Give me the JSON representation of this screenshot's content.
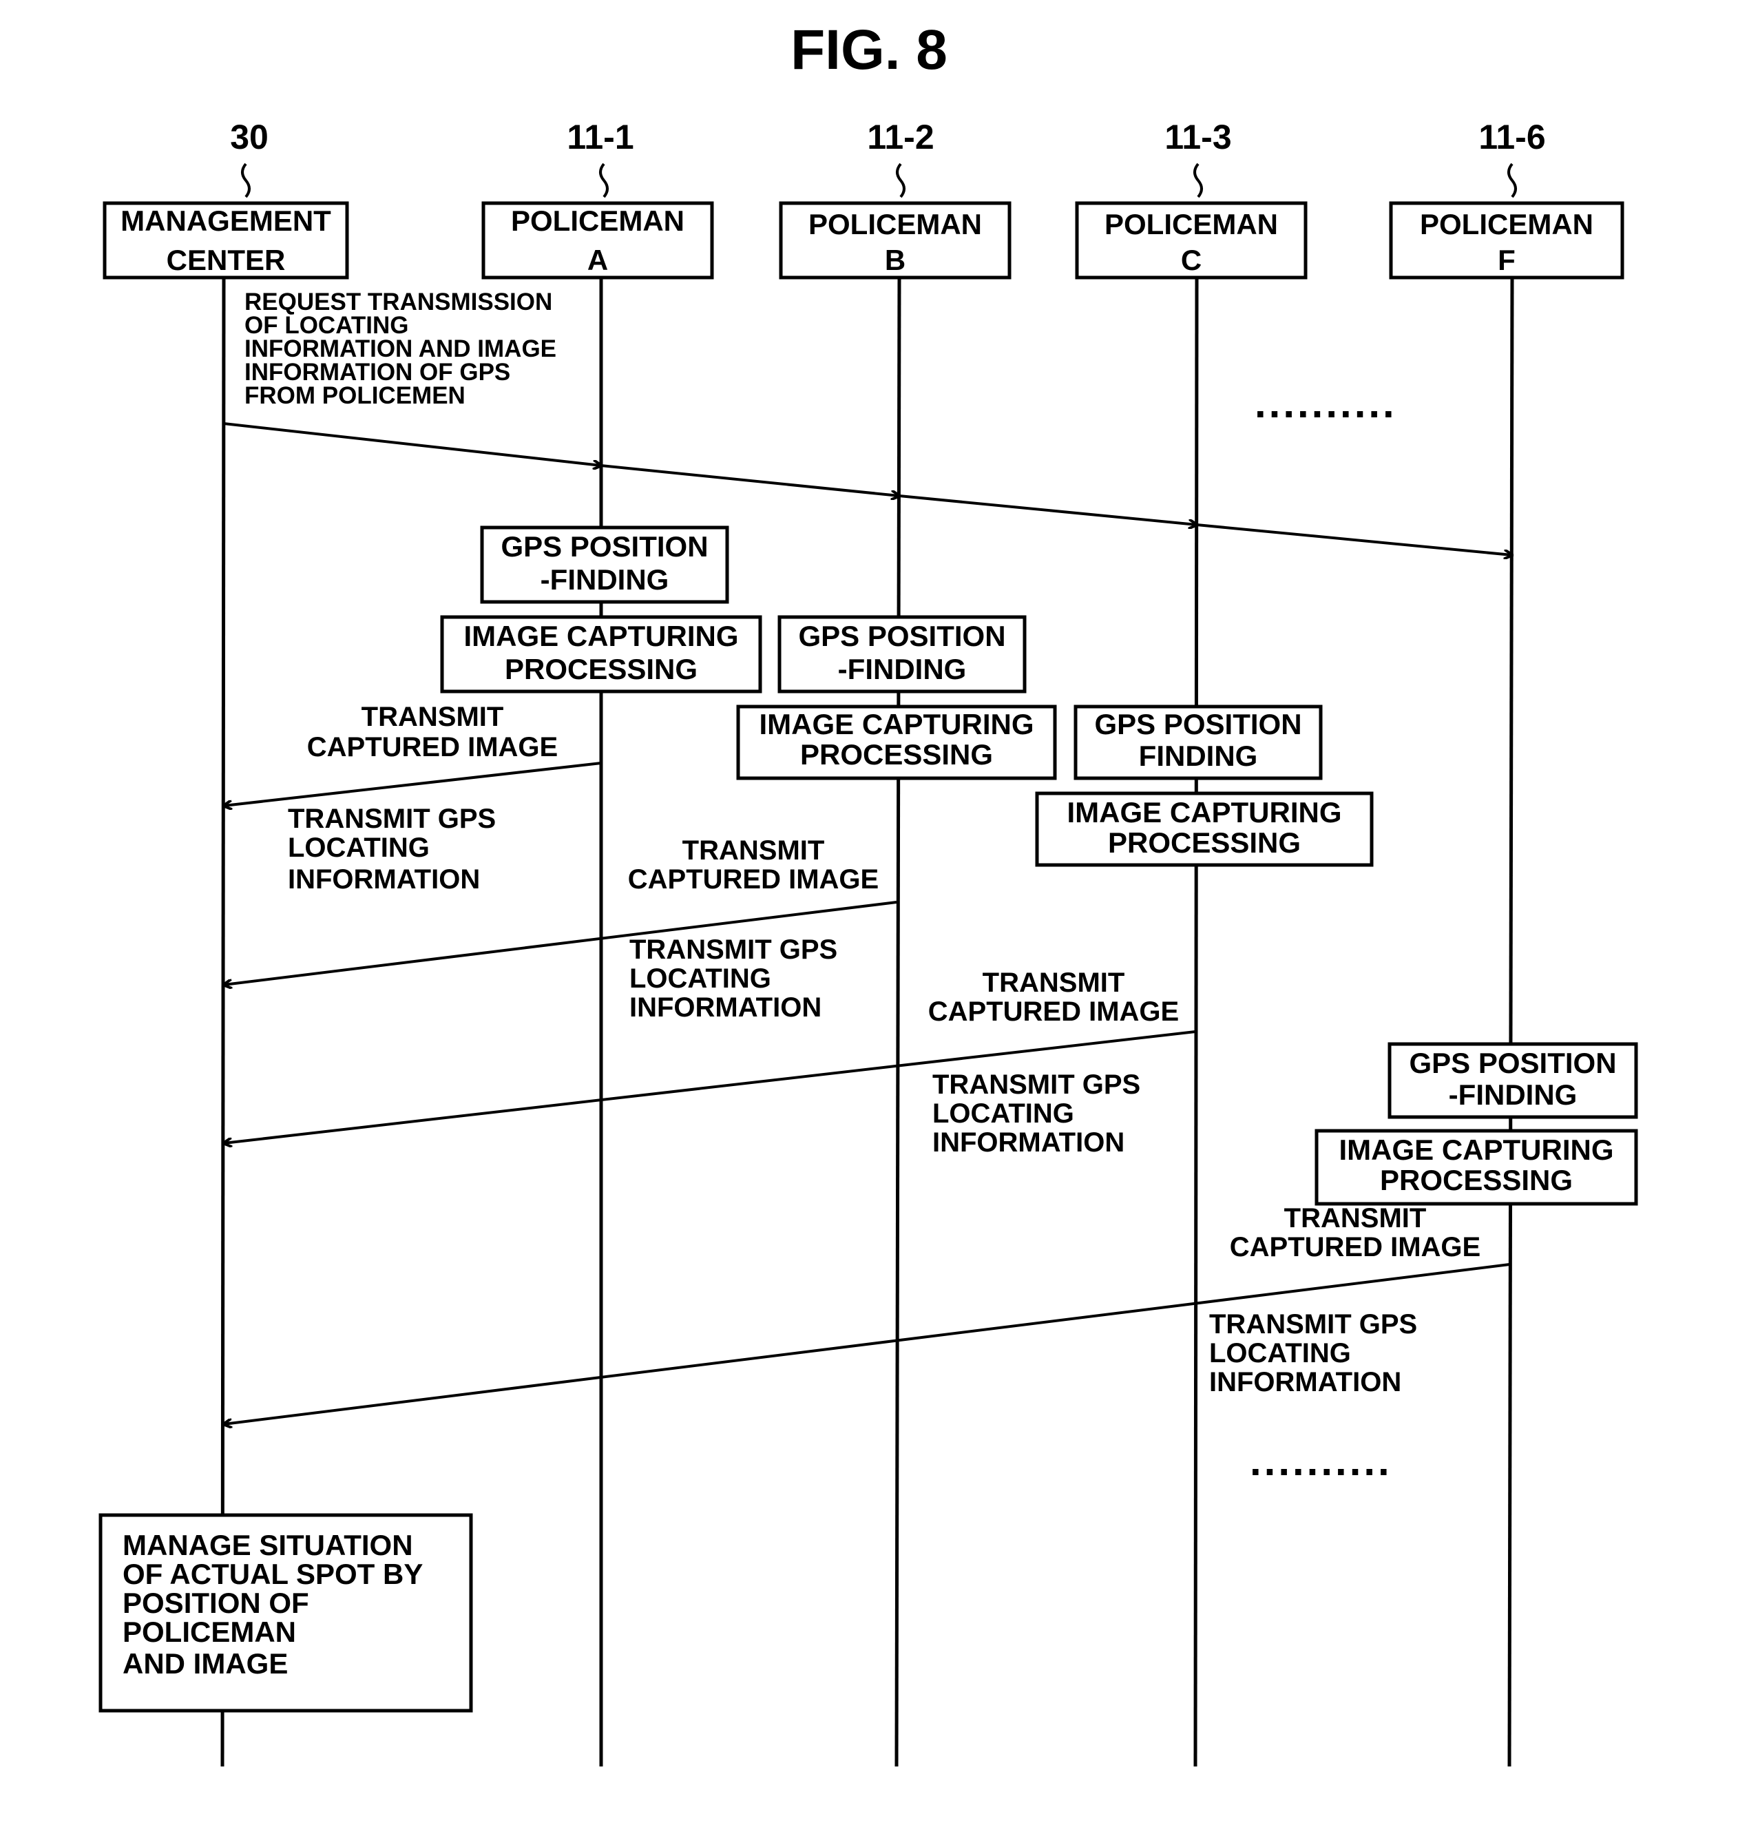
{
  "figure": {
    "title": "FIG. 8"
  },
  "participants": [
    {
      "ref": "30",
      "line1": "MANAGEMENT",
      "line2": "CENTER"
    },
    {
      "ref": "11-1",
      "line1": "POLICEMAN",
      "line2": "A"
    },
    {
      "ref": "11-2",
      "line1": "POLICEMAN",
      "line2": "B"
    },
    {
      "ref": "11-3",
      "line1": "POLICEMAN",
      "line2": "C"
    },
    {
      "ref": "11-6",
      "line1": "POLICEMAN",
      "line2": "F"
    }
  ],
  "request": {
    "lines": [
      "REQUEST TRANSMISSION",
      "OF LOCATING",
      "INFORMATION AND IMAGE",
      "INFORMATION OF GPS",
      "FROM POLICEMEN"
    ]
  },
  "ellipsis_top": "..........",
  "ellipsis_bottom": "..........",
  "process_boxes": {
    "a_gps": [
      "GPS POSITION",
      "-FINDING"
    ],
    "a_img": [
      "IMAGE CAPTURING",
      "PROCESSING"
    ],
    "b_gps": [
      "GPS POSITION",
      "-FINDING"
    ],
    "b_img": [
      "IMAGE CAPTURING",
      "PROCESSING"
    ],
    "c_gps": [
      "GPS POSITION",
      "FINDING"
    ],
    "c_img": [
      "IMAGE CAPTURING",
      "PROCESSING"
    ],
    "f_gps": [
      "GPS POSITION",
      "-FINDING"
    ],
    "f_img": [
      "IMAGE CAPTURING",
      "PROCESSING"
    ]
  },
  "messages": {
    "a_image": [
      "TRANSMIT",
      "CAPTURED IMAGE"
    ],
    "a_gps": [
      "TRANSMIT GPS",
      "LOCATING",
      "INFORMATION"
    ],
    "b_image": [
      "TRANSMIT",
      "CAPTURED IMAGE"
    ],
    "b_gps": [
      "TRANSMIT GPS",
      "LOCATING",
      "INFORMATION"
    ],
    "c_image": [
      "TRANSMIT",
      "CAPTURED IMAGE"
    ],
    "c_gps": [
      "TRANSMIT GPS",
      "LOCATING",
      "INFORMATION"
    ],
    "f_image": [
      "TRANSMIT",
      "CAPTURED IMAGE"
    ],
    "f_gps": [
      "TRANSMIT GPS",
      "LOCATING",
      "INFORMATION"
    ]
  },
  "manage_box": {
    "lines": [
      "MANAGE SITUATION",
      "OF ACTUAL SPOT BY",
      "POSITION OF",
      "POLICEMAN",
      "AND IMAGE"
    ]
  }
}
